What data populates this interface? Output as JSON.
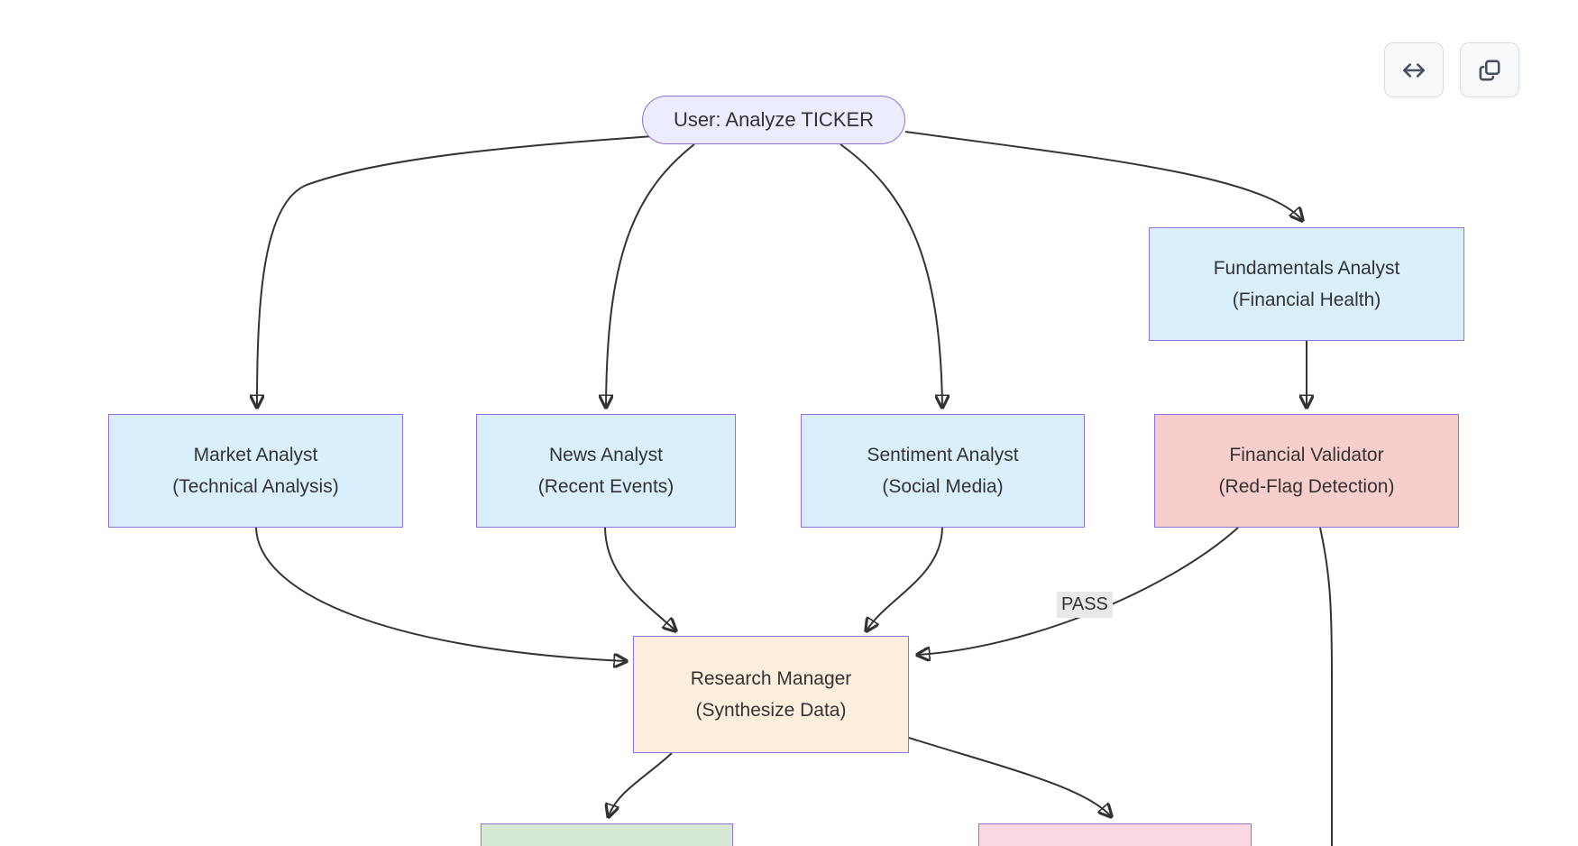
{
  "toolbar": {
    "buttons": [
      {
        "name": "fit-width",
        "icon": "horizontal-double-arrow-icon"
      },
      {
        "name": "copy",
        "icon": "copy-icon"
      }
    ]
  },
  "diagram": {
    "type": "flowchart",
    "nodes": {
      "user": {
        "label": "User: Analyze TICKER",
        "shape": "pill",
        "fill": "#ECECFF",
        "border": "#9370DB"
      },
      "market": {
        "line1": "Market Analyst",
        "line2": "(Technical Analysis)",
        "fill": "#D9EFFB",
        "border": "#9370DB"
      },
      "news": {
        "line1": "News Analyst",
        "line2": "(Recent Events)",
        "fill": "#D9EFFB",
        "border": "#9370DB"
      },
      "sentiment": {
        "line1": "Sentiment Analyst",
        "line2": "(Social Media)",
        "fill": "#D9EFFB",
        "border": "#9370DB"
      },
      "fundamentals": {
        "line1": "Fundamentals Analyst",
        "line2": "(Financial Health)",
        "fill": "#D9EFFB",
        "border": "#9370DB"
      },
      "validator": {
        "line1": "Financial Validator",
        "line2": "(Red-Flag Detection)",
        "fill": "#F8CECC",
        "border": "#9370DB"
      },
      "manager": {
        "line1": "Research Manager",
        "line2": "(Synthesize Data)",
        "fill": "#FBEEDC",
        "border": "#9370DB"
      },
      "green_partial": {
        "label": "",
        "fill": "#D5E8D4",
        "border": "#9370DB",
        "note": "cut off at bottom edge"
      },
      "pink_partial": {
        "label": "",
        "fill": "#FAD8E2",
        "border": "#9370DB",
        "note": "cut off at bottom edge"
      }
    },
    "edges": [
      {
        "from": "user",
        "to": "market"
      },
      {
        "from": "user",
        "to": "news"
      },
      {
        "from": "user",
        "to": "sentiment"
      },
      {
        "from": "user",
        "to": "fundamentals"
      },
      {
        "from": "fundamentals",
        "to": "validator"
      },
      {
        "from": "market",
        "to": "manager"
      },
      {
        "from": "news",
        "to": "manager"
      },
      {
        "from": "sentiment",
        "to": "manager"
      },
      {
        "from": "validator",
        "to": "manager",
        "label": "PASS"
      },
      {
        "from": "validator",
        "to": "offscreen-bottom"
      },
      {
        "from": "manager",
        "to": "green_partial"
      },
      {
        "from": "manager",
        "to": "pink_partial"
      }
    ],
    "edge_color": "#333333"
  }
}
